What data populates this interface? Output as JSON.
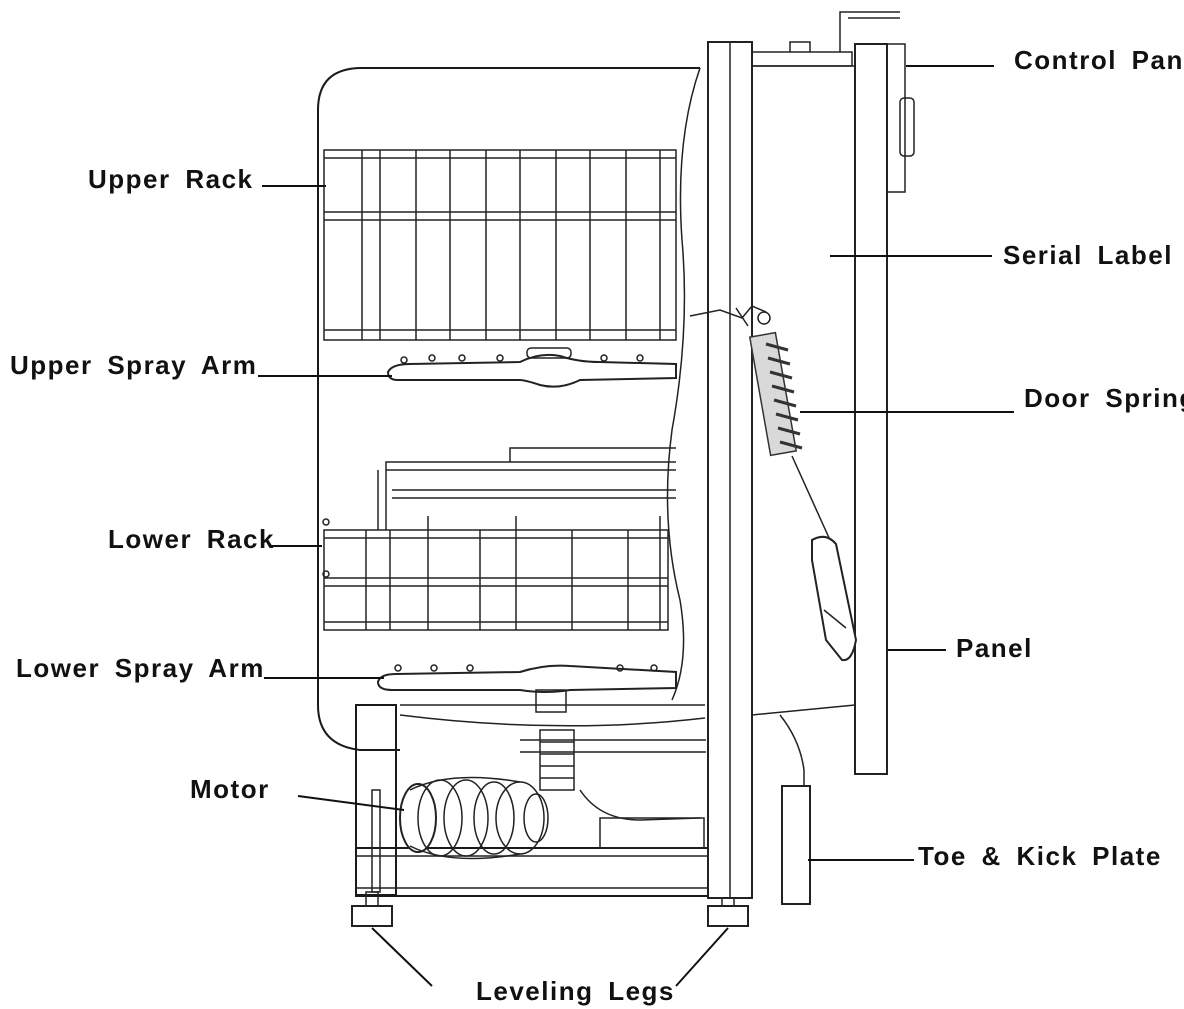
{
  "labels": {
    "control_panel": "Control Panel",
    "upper_rack": "Upper Rack",
    "serial_label": "Serial Label",
    "upper_spray_arm": "Upper Spray Arm",
    "door_spring": "Door Spring",
    "lower_rack": "Lower Rack",
    "panel": "Panel",
    "lower_spray_arm": "Lower Spray Arm",
    "motor": "Motor",
    "toe_kick_plate": "Toe & Kick Plate",
    "leveling_legs": "Leveling Legs"
  }
}
